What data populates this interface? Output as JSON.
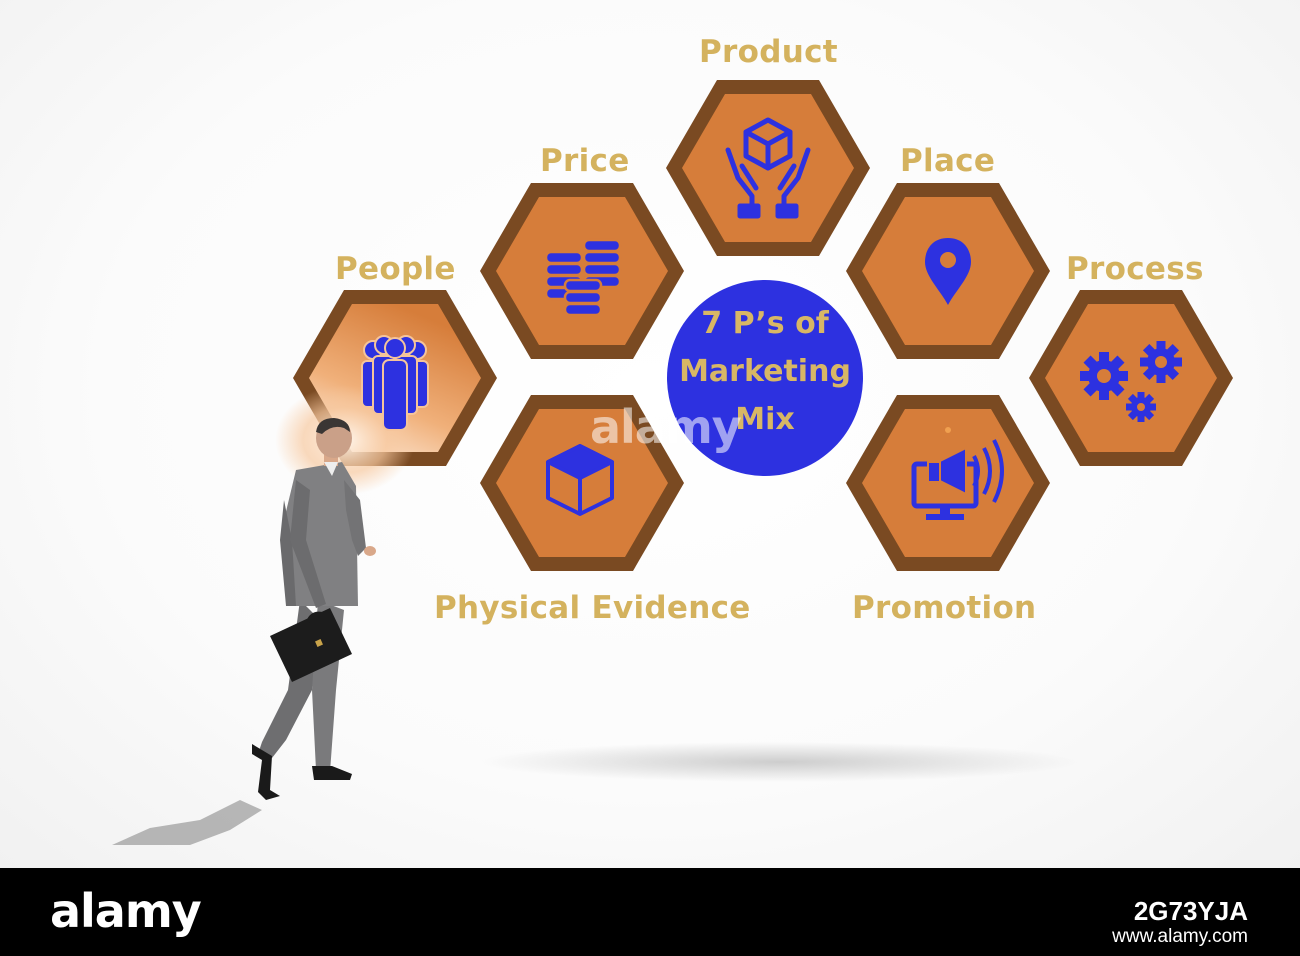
{
  "diagram": {
    "center": {
      "line1": "7 P’s of",
      "line2": "Marketing",
      "line3": "Mix"
    },
    "nodes": [
      {
        "id": "product",
        "label": "Product",
        "icon": "hands-holding-box-icon"
      },
      {
        "id": "price",
        "label": "Price",
        "icon": "coin-stacks-icon"
      },
      {
        "id": "place",
        "label": "Place",
        "icon": "location-pin-icon"
      },
      {
        "id": "people",
        "label": "People",
        "icon": "group-of-people-icon"
      },
      {
        "id": "process",
        "label": "Process",
        "icon": "gears-icon"
      },
      {
        "id": "physical_evidence",
        "label": "Physical Evidence",
        "icon": "cube-icon"
      },
      {
        "id": "promotion",
        "label": "Promotion",
        "icon": "monitor-megaphone-icon"
      }
    ],
    "colors": {
      "hex_fill": "#d67d3a",
      "hex_border": "#7a4a22",
      "icon": "#2d31e0",
      "label": "#d4b25e",
      "center_fill": "#2d31e0",
      "center_text": "#d8b765"
    }
  },
  "watermark": "alamy",
  "footer": {
    "brand": "alamy",
    "image_id": "2G73YJA",
    "url": "www.alamy.com"
  }
}
